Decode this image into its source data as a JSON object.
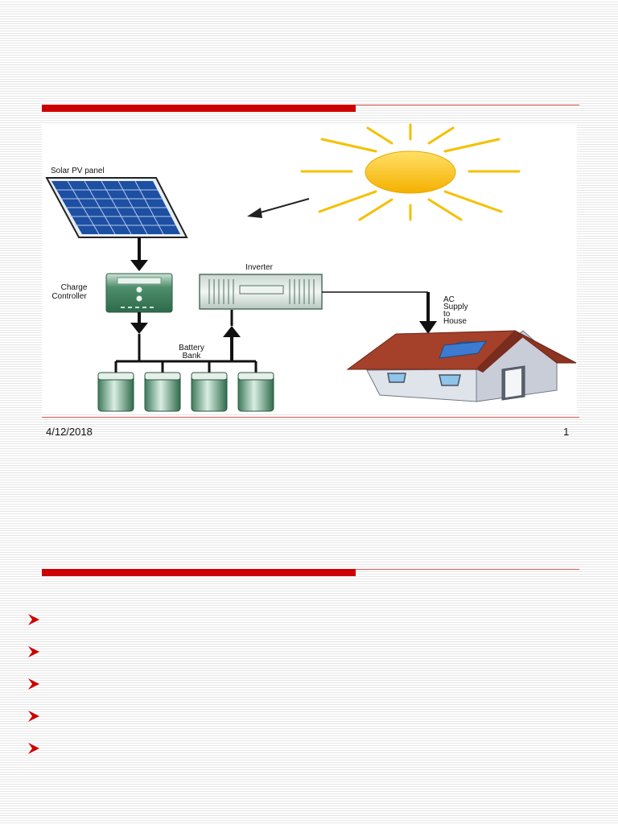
{
  "colors": {
    "accent_red": "#cc0000",
    "line_red": "#d9534f"
  },
  "slide1": {
    "figure": {
      "labels": {
        "solar_panel": "Solar PV panel",
        "charge_controller_1": "Charge",
        "charge_controller_2": "Controller",
        "inverter": "Inverter",
        "battery_bank_1": "Battery",
        "battery_bank_2": "Bank",
        "ac_supply_1": "AC",
        "ac_supply_2": "Supply",
        "ac_supply_3": "to",
        "ac_supply_4": "House"
      }
    },
    "footer": {
      "date": "4/12/2018",
      "page_number": "1"
    }
  },
  "slide2": {
    "bullet_icon": "arrowhead-bullet-icon",
    "bullets": [
      "",
      "",
      "",
      "",
      ""
    ]
  }
}
